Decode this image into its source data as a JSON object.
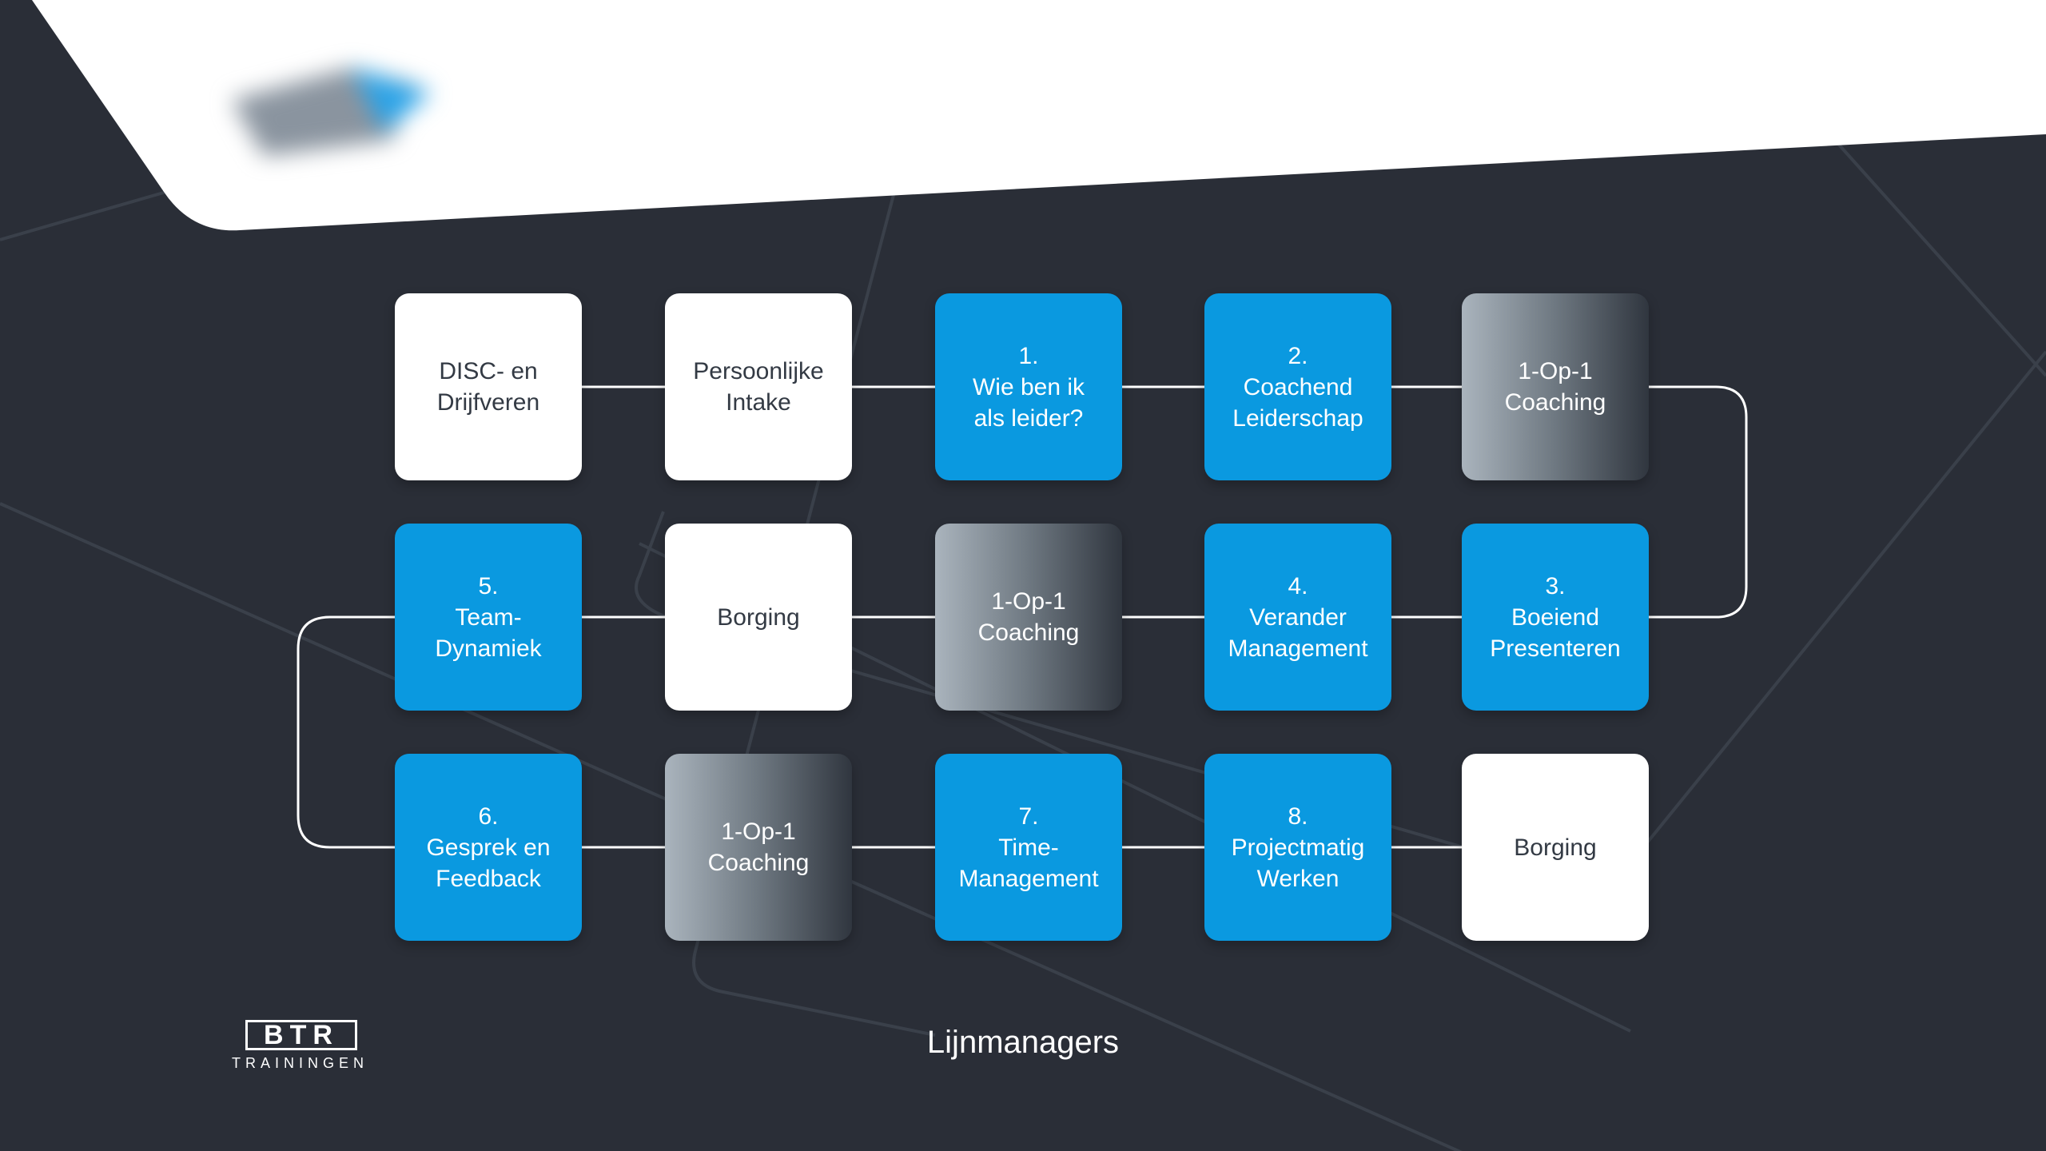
{
  "diagram": {
    "title": "Lijnmanagers",
    "tiles": [
      {
        "id": "disc",
        "style": "white",
        "lines": [
          "DISC- en",
          "Drijfveren"
        ]
      },
      {
        "id": "intake",
        "style": "white",
        "lines": [
          "Persoonlijke",
          "Intake"
        ]
      },
      {
        "id": "m1",
        "style": "blue",
        "lines": [
          "1.",
          "Wie ben ik",
          "als leider?"
        ]
      },
      {
        "id": "m2",
        "style": "blue",
        "lines": [
          "2.",
          "Coachend",
          "Leiderschap"
        ]
      },
      {
        "id": "coach1",
        "style": "gradient",
        "lines": [
          "1-Op-1",
          "Coaching"
        ]
      },
      {
        "id": "m5",
        "style": "blue",
        "lines": [
          "5.",
          "Team-",
          "Dynamiek"
        ]
      },
      {
        "id": "borging1",
        "style": "white",
        "lines": [
          "Borging"
        ]
      },
      {
        "id": "coach2",
        "style": "gradient",
        "lines": [
          "1-Op-1",
          "Coaching"
        ]
      },
      {
        "id": "m4",
        "style": "blue",
        "lines": [
          "4.",
          "Verander",
          "Management"
        ]
      },
      {
        "id": "m3",
        "style": "blue",
        "lines": [
          "3.",
          "Boeiend",
          "Presenteren"
        ]
      },
      {
        "id": "m6",
        "style": "blue",
        "lines": [
          "6.",
          "Gesprek en",
          "Feedback"
        ]
      },
      {
        "id": "coach3",
        "style": "gradient",
        "lines": [
          "1-Op-1",
          "Coaching"
        ]
      },
      {
        "id": "m7",
        "style": "blue",
        "lines": [
          "7.",
          "Time-",
          "Management"
        ]
      },
      {
        "id": "m8",
        "style": "blue",
        "lines": [
          "8.",
          "Projectmatig",
          "Werken"
        ]
      },
      {
        "id": "borging2",
        "style": "white",
        "lines": [
          "Borging"
        ]
      }
    ]
  },
  "logo": {
    "brand": "BTR",
    "subtitle": "TRAININGEN"
  },
  "colors": {
    "background": "#2a2e37",
    "accent": "#0a99e0",
    "tile_white": "#ffffff",
    "connector": "#ffffff"
  }
}
